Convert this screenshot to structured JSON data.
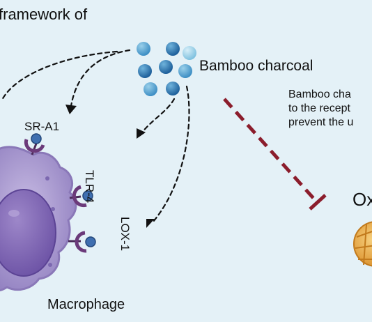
{
  "title_fragment": "framework of",
  "bamboo_label": "Bamboo charcoal",
  "note_lines": [
    "Bamboo cha",
    "to the recept",
    "prevent the u"
  ],
  "receptors": {
    "sr_a1": "SR-A1",
    "tlr_4": "TLR-4",
    "lox_1": "LOX-1"
  },
  "cell_label": "Macrophage",
  "ox_label": "Ox",
  "colors": {
    "background": "#e4f1f7",
    "arrow": "#111111",
    "inhibition": "#8b1d2c",
    "particle_light": "#8fcbe6",
    "particle_dark": "#2f78b4",
    "macrophage": "#9c8ac6",
    "nucleus": "#7b62b0",
    "receptor": "#6b3a7a",
    "particle_orange": "#e8a33d"
  }
}
